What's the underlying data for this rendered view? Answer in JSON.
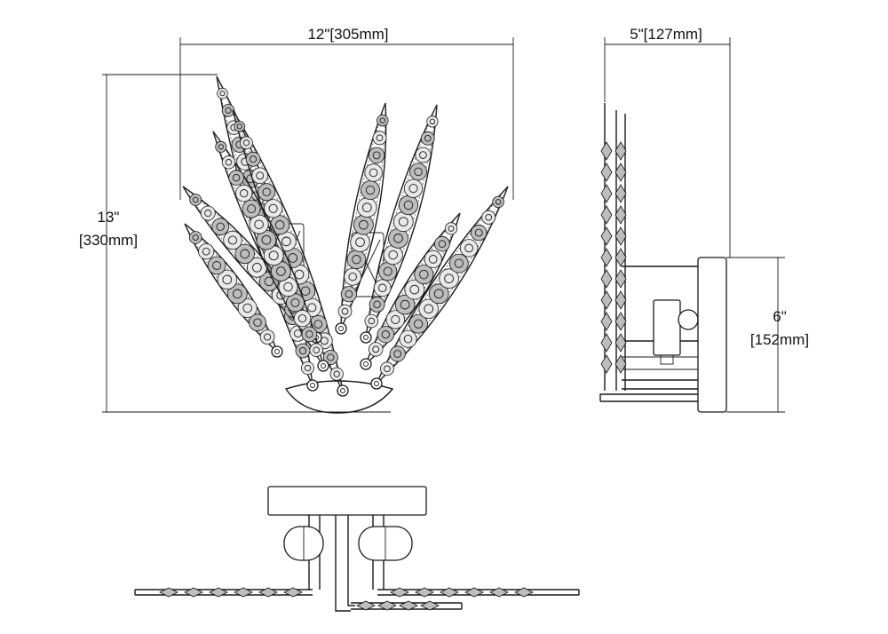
{
  "dimensions": {
    "width": "12\"[305mm]",
    "depth": "5\"[127mm]",
    "height_in": "13\"",
    "height_mm": "[330mm]",
    "backplate_in": "6\"",
    "backplate_mm": "[152mm]"
  },
  "views": [
    {
      "view": "front",
      "icon": "crystal-leaf-sconce-front"
    },
    {
      "view": "side",
      "icon": "crystal-leaf-sconce-side"
    },
    {
      "view": "top",
      "icon": "crystal-leaf-sconce-top"
    }
  ]
}
